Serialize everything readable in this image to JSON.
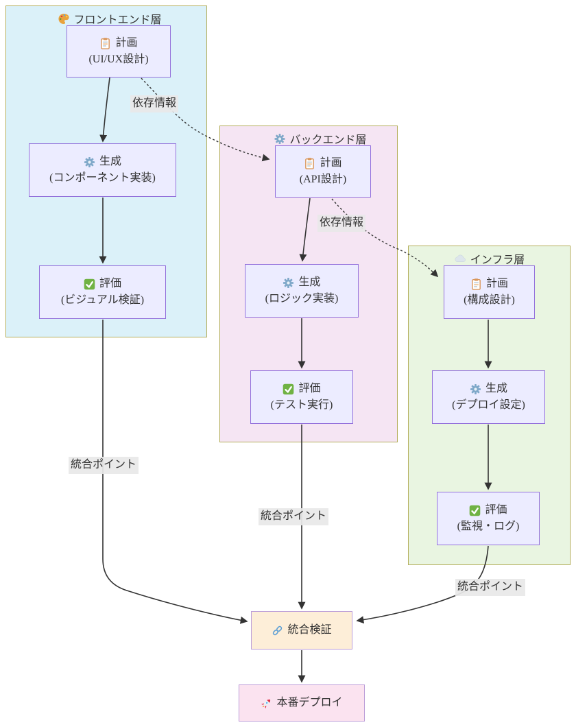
{
  "diagram": {
    "layers": [
      {
        "id": "frontend",
        "title": "フロントエンド層",
        "icon": "palette-icon"
      },
      {
        "id": "backend",
        "title": "バックエンド層",
        "icon": "gear-icon"
      },
      {
        "id": "infra",
        "title": "インフラ層",
        "icon": "cloud-icon"
      }
    ],
    "nodes": [
      {
        "id": "frontend-plan",
        "icon": "clipboard-icon",
        "title": "計画",
        "subtitle": "(UI/UX設計)"
      },
      {
        "id": "frontend-generate",
        "icon": "gear-icon",
        "title": "生成",
        "subtitle": "(コンポーネント実装)"
      },
      {
        "id": "frontend-evaluate",
        "icon": "check-icon",
        "title": "評価",
        "subtitle": "(ビジュアル検証)"
      },
      {
        "id": "backend-plan",
        "icon": "clipboard-icon",
        "title": "計画",
        "subtitle": "(API設計)"
      },
      {
        "id": "backend-generate",
        "icon": "gear-icon",
        "title": "生成",
        "subtitle": "(ロジック実装)"
      },
      {
        "id": "backend-evaluate",
        "icon": "check-icon",
        "title": "評価",
        "subtitle": "(テスト実行)"
      },
      {
        "id": "infra-plan",
        "icon": "clipboard-icon",
        "title": "計画",
        "subtitle": "(構成設計)"
      },
      {
        "id": "infra-generate",
        "icon": "gear-icon",
        "title": "生成",
        "subtitle": "(デプロイ設定)"
      },
      {
        "id": "infra-evaluate",
        "icon": "check-icon",
        "title": "評価",
        "subtitle": "(監視・ログ)"
      },
      {
        "id": "integration-check",
        "icon": "link-icon",
        "title": "統合検証",
        "subtitle": ""
      },
      {
        "id": "production-deploy",
        "icon": "rocket-icon",
        "title": "本番デプロイ",
        "subtitle": ""
      }
    ],
    "edge_labels": [
      {
        "text": "依存情報"
      },
      {
        "text": "依存情報"
      },
      {
        "text": "統合ポイント"
      },
      {
        "text": "統合ポイント"
      },
      {
        "text": "統合ポイント"
      }
    ],
    "edges": [
      {
        "from": "frontend-plan",
        "to": "frontend-generate",
        "style": "solid"
      },
      {
        "from": "frontend-generate",
        "to": "frontend-evaluate",
        "style": "solid"
      },
      {
        "from": "frontend-evaluate",
        "to": "integration-check",
        "style": "solid",
        "label": "統合ポイント"
      },
      {
        "from": "frontend-plan",
        "to": "backend-plan",
        "style": "dotted",
        "label": "依存情報"
      },
      {
        "from": "backend-plan",
        "to": "backend-generate",
        "style": "solid"
      },
      {
        "from": "backend-generate",
        "to": "backend-evaluate",
        "style": "solid"
      },
      {
        "from": "backend-evaluate",
        "to": "integration-check",
        "style": "solid",
        "label": "統合ポイント"
      },
      {
        "from": "backend-plan",
        "to": "infra-plan",
        "style": "dotted",
        "label": "依存情報"
      },
      {
        "from": "infra-plan",
        "to": "infra-generate",
        "style": "solid"
      },
      {
        "from": "infra-generate",
        "to": "infra-evaluate",
        "style": "solid"
      },
      {
        "from": "infra-evaluate",
        "to": "integration-check",
        "style": "solid",
        "label": "統合ポイント"
      },
      {
        "from": "integration-check",
        "to": "production-deploy",
        "style": "solid"
      }
    ],
    "icons": {
      "palette-icon": "🎨",
      "gear-icon": "⚙️",
      "cloud-icon": "☁️",
      "clipboard-icon": "📋",
      "check-icon": "✅",
      "link-icon": "🔗",
      "rocket-icon": "🚀"
    },
    "colors": {
      "node_fill": "#ECECFF",
      "node_border": "#9370DB",
      "frontend_fill": "#dbf1f9",
      "backend_fill": "#f5e5f3",
      "infra_fill": "#e9f5e1",
      "cluster_border": "#b3ad58",
      "integration_fill": "#fdeed8",
      "deploy_fill": "#fbe3f0",
      "accent_border": "#bb9cd8",
      "edge_color": "#333333",
      "edge_label_bg": "#e8e8e8"
    }
  }
}
